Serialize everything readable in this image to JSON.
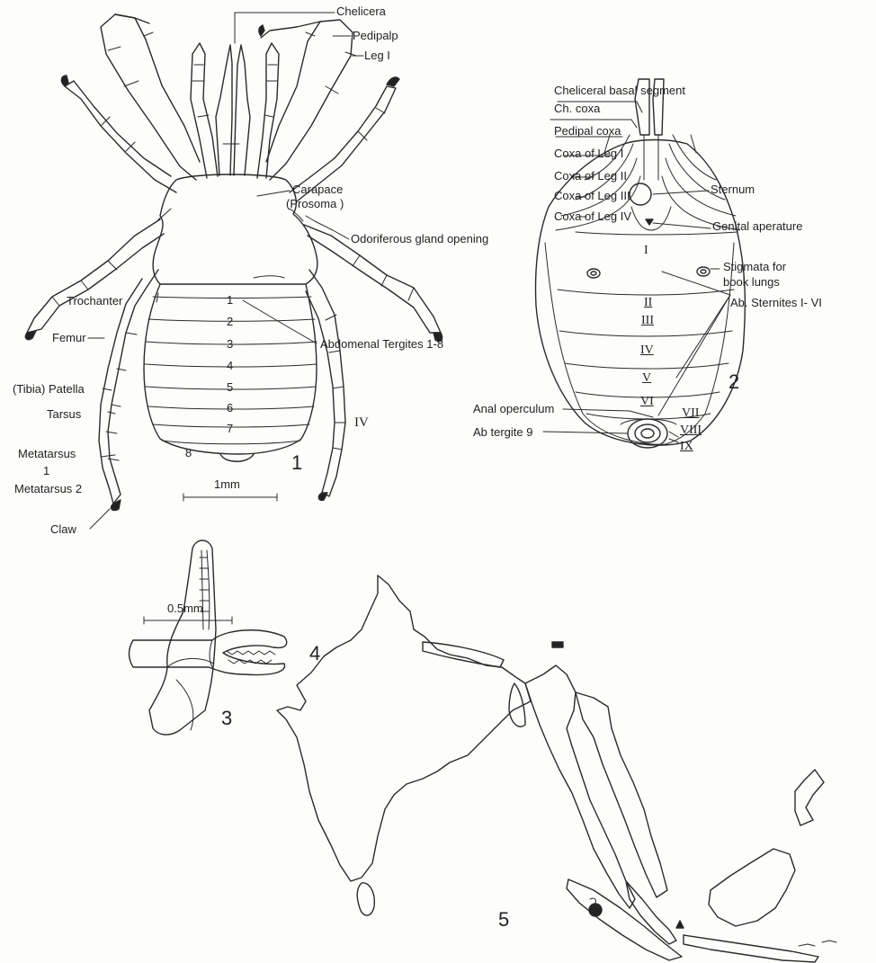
{
  "figure1": {
    "number": "1",
    "labels": {
      "chelicera": "Chelicera",
      "pedipalp": "Pedipalp",
      "leg_i": "Leg I",
      "carapace": "Carapace",
      "prosoma": "(Prosoma )",
      "odoriferous": "Odoriferous gland opening",
      "trochanter": "Trochanter",
      "femur": "Femur",
      "tibia_patella": "(Tibia) Patella",
      "tarsus": "Tarsus",
      "metatarsus1_a": "Metatarsus",
      "metatarsus1_b": "1",
      "metatarsus2": "Metatarsus 2",
      "claw": "Claw",
      "abdominal_tergites": "Abdomenal Tergites 1-8",
      "leg_iv": "IV"
    },
    "tergite_numbers": [
      "1",
      "2",
      "3",
      "4",
      "5",
      "6",
      "7",
      "8"
    ],
    "scale_label": "1mm"
  },
  "figure2": {
    "number": "2",
    "labels": {
      "cheliceral_basal": "Cheliceral basal segment",
      "ch_coxa": "Ch. coxa",
      "pedipal_coxa": "Pedipal coxa",
      "coxa_leg_i": "Coxa of Leg I",
      "coxa_leg_ii": "Coxa of Leg II",
      "coxa_leg_iii": "Coxa of Leg III",
      "coxa_leg_iv": "Coxa of Leg IV",
      "sternum": "Sternum",
      "genital": "Genital aperature",
      "stigmata_a": "Stigmata for",
      "stigmata_b": "book lungs",
      "sternites": "Ab. Sternites I- VI",
      "anal_operculum": "Anal operculum",
      "ab_tergite9": "Ab tergite 9"
    },
    "sternite_numerals": [
      "I",
      "II",
      "III",
      "IV",
      "V",
      "VI"
    ],
    "posterior_numerals": [
      "VII",
      "VIII",
      "IX"
    ]
  },
  "figure3": {
    "number": "3"
  },
  "figure4": {
    "number": "4",
    "scale_label": "0.5mm"
  },
  "figure5": {
    "number": "5"
  }
}
